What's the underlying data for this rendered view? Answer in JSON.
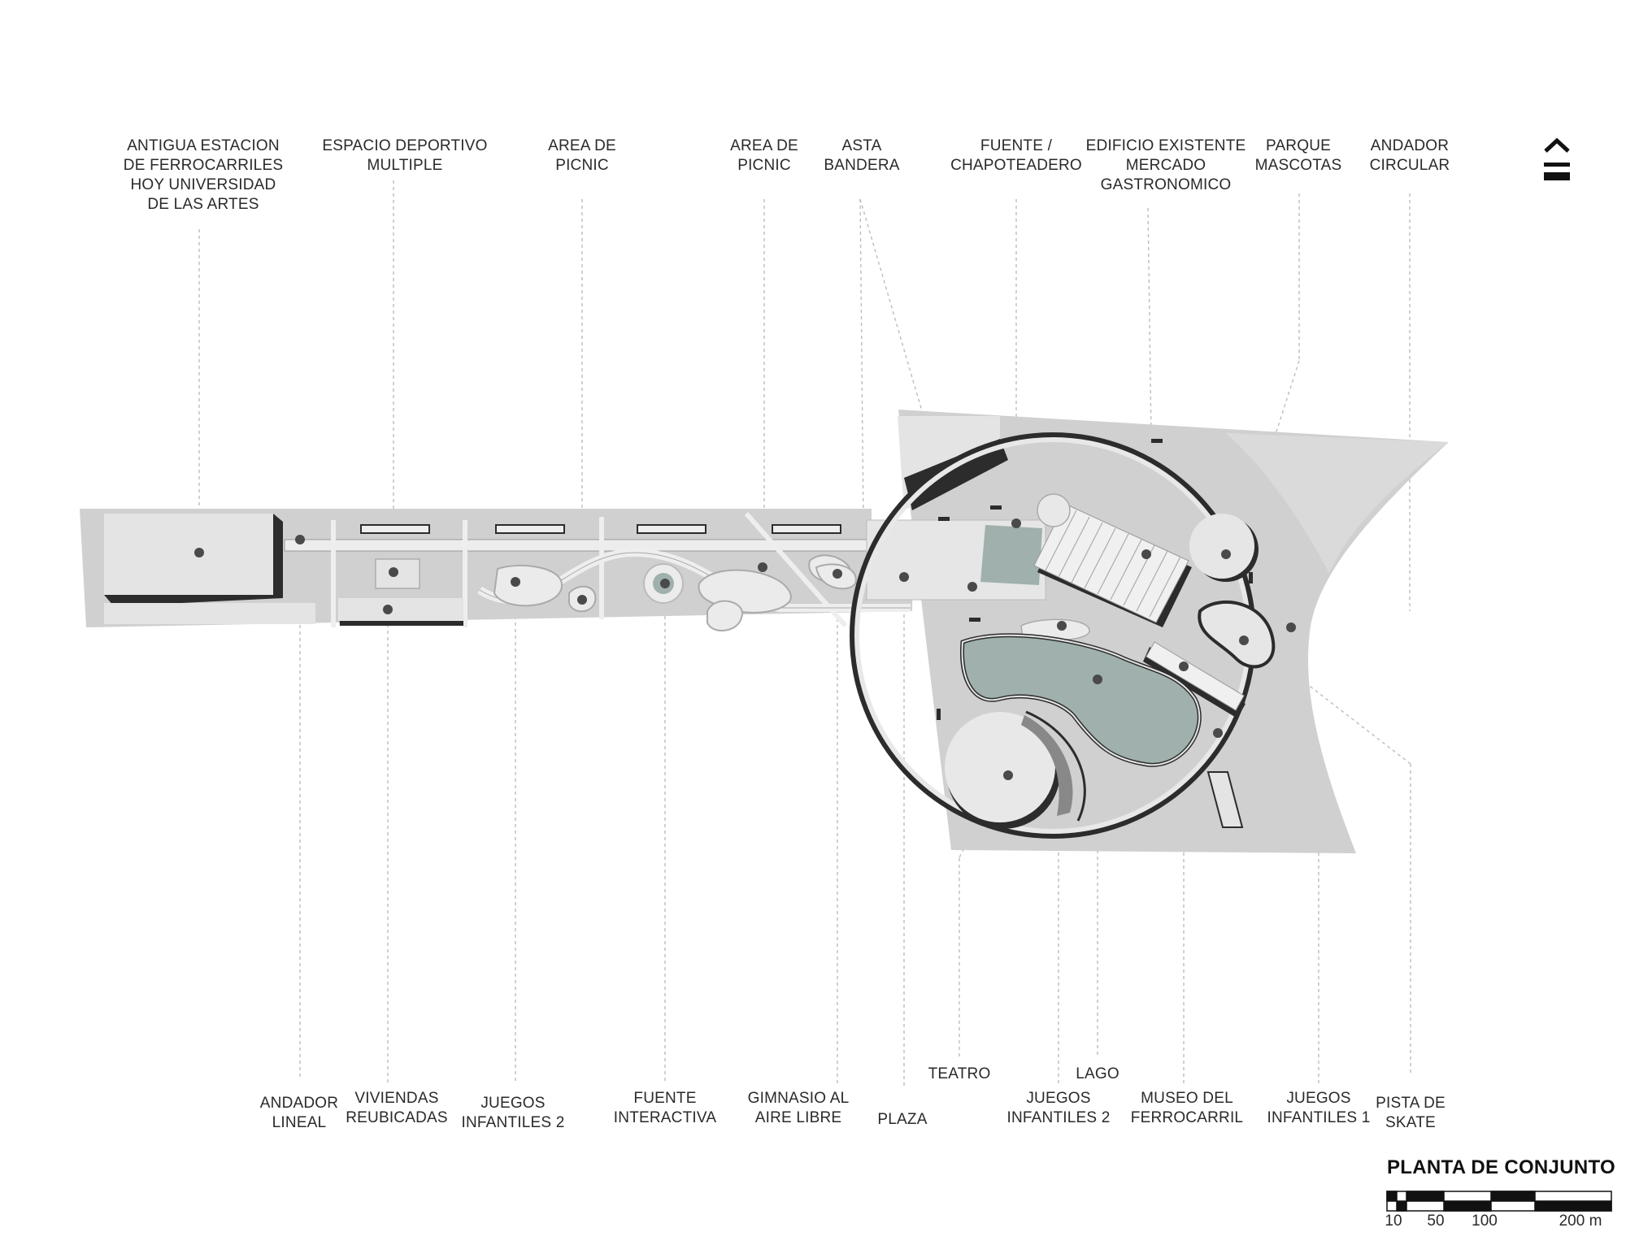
{
  "title": "PLANTA DE CONJUNTO",
  "scale_labels": [
    "10",
    "50",
    "100",
    "200 m"
  ],
  "north_icon": "north-arrow-icon",
  "colors": {
    "ground": "#d0d0d0",
    "path": "#e6e6e6",
    "building": "#e4e4e4",
    "shadow": "#2c2c2c",
    "water": "#9fb0ad",
    "marker": "#4a4a4a",
    "leader": "#bdbdbd"
  },
  "labels_top": [
    {
      "id": "estacion",
      "text": "ANTIGUA ESTACION\nDE FERROCARRILES\nHOY UNIVERSIDAD\nDE LAS ARTES"
    },
    {
      "id": "deportivo",
      "text": "ESPACIO DEPORTIVO\nMULTIPLE"
    },
    {
      "id": "picnic1",
      "text": "AREA DE\nPICNIC"
    },
    {
      "id": "picnic2",
      "text": "AREA DE\nPICNIC"
    },
    {
      "id": "asta",
      "text": "ASTA\nBANDERA"
    },
    {
      "id": "fuente",
      "text": "FUENTE /\nCHAPOTEADERO"
    },
    {
      "id": "mercado",
      "text": "EDIFICIO EXISTENTE\nMERCADO\nGASTRONOMICO"
    },
    {
      "id": "mascotas",
      "text": "PARQUE\nMASCOTAS"
    },
    {
      "id": "andador_circ",
      "text": "ANDADOR\nCIRCULAR"
    }
  ],
  "labels_bottom": [
    {
      "id": "andador_lineal",
      "text": "ANDADOR\nLINEAL"
    },
    {
      "id": "viviendas",
      "text": "VIVIENDAS\nREUBICADAS"
    },
    {
      "id": "juegos2a",
      "text": "JUEGOS\nINFANTILES 2"
    },
    {
      "id": "fuente_int",
      "text": "FUENTE\nINTERACTIVA"
    },
    {
      "id": "gimnasio",
      "text": "GIMNASIO AL\nAIRE LIBRE"
    },
    {
      "id": "plaza",
      "text": "PLAZA"
    },
    {
      "id": "teatro",
      "text": "TEATRO"
    },
    {
      "id": "juegos2b",
      "text": "JUEGOS\nINFANTILES 2"
    },
    {
      "id": "lago",
      "text": "LAGO"
    },
    {
      "id": "museo",
      "text": "MUSEO DEL\nFERROCARRIL"
    },
    {
      "id": "juegos1",
      "text": "JUEGOS\nINFANTILES 1"
    },
    {
      "id": "skate",
      "text": "PISTA DE\nSKATE"
    }
  ]
}
